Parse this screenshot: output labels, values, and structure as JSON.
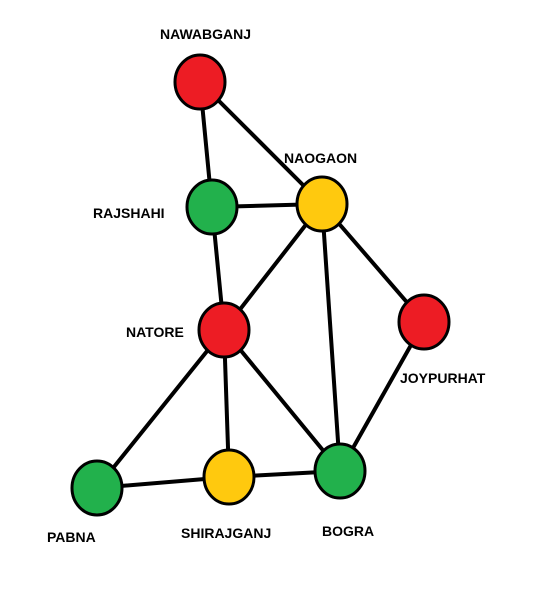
{
  "colors": {
    "red": "#ED1C24",
    "green": "#22B14C",
    "yellow": "#FFC90E",
    "edge": "#000000",
    "outline": "#000000"
  },
  "nodes": [
    {
      "id": "nawabganj",
      "label": "NAWABGANJ",
      "color": "red"
    },
    {
      "id": "rajshahi",
      "label": "RAJSHAHI",
      "color": "green"
    },
    {
      "id": "naogaon",
      "label": "NAOGAON",
      "color": "yellow"
    },
    {
      "id": "natore",
      "label": "NATORE",
      "color": "red"
    },
    {
      "id": "joypurhat",
      "label": "JOYPURHAT",
      "color": "red"
    },
    {
      "id": "pabna",
      "label": "PABNA",
      "color": "green"
    },
    {
      "id": "shirajganj",
      "label": "SHIRAJGANJ",
      "color": "yellow"
    },
    {
      "id": "bogra",
      "label": "BOGRA",
      "color": "green"
    }
  ],
  "edges": [
    [
      "nawabganj",
      "rajshahi"
    ],
    [
      "nawabganj",
      "naogaon"
    ],
    [
      "rajshahi",
      "naogaon"
    ],
    [
      "rajshahi",
      "natore"
    ],
    [
      "naogaon",
      "natore"
    ],
    [
      "naogaon",
      "bogra"
    ],
    [
      "naogaon",
      "joypurhat"
    ],
    [
      "joypurhat",
      "bogra"
    ],
    [
      "natore",
      "pabna"
    ],
    [
      "natore",
      "shirajganj"
    ],
    [
      "natore",
      "bogra"
    ],
    [
      "pabna",
      "shirajganj"
    ],
    [
      "shirajganj",
      "bogra"
    ]
  ]
}
